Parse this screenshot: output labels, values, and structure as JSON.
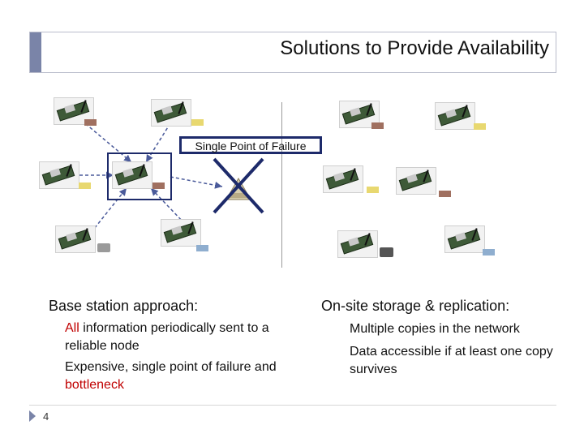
{
  "title": "Solutions to Provide Availability",
  "spof_label": "Single Point of Failure",
  "left_section": {
    "heading": "Base station approach:",
    "items": [
      {
        "highlight": "All",
        "text": " information periodically sent to a reliable node"
      },
      {
        "text_before": "Expensive, single point of failure and ",
        "highlight": "bottleneck"
      }
    ]
  },
  "right_section": {
    "heading": "On-site storage & replication:",
    "items": [
      {
        "text": "Multiple copies in the network"
      },
      {
        "text": "Data accessible if at least one copy survives"
      }
    ]
  },
  "bullet_glyph": "",
  "page_number": "4",
  "colors": {
    "accent": "#7a84a8",
    "highlight_red": "#c00000",
    "frame_blue": "#1d2a6a",
    "tag_brown": "#a07060",
    "tag_yellow": "#e8d870",
    "tag_blue": "#8faecf"
  }
}
